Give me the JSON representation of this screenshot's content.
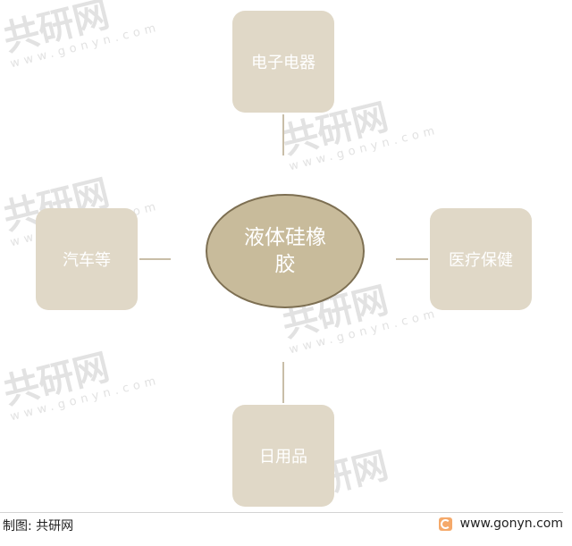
{
  "diagram": {
    "center": "液体硅橡胶",
    "nodes": {
      "top": "电子电器",
      "left": "汽车等",
      "right": "医疗保健",
      "bottom": "日用品"
    }
  },
  "footer": {
    "credit": "制图: 共研网",
    "url": "www.gonyn.com"
  },
  "watermark": {
    "brand": "共研网",
    "url": "www.gonyn.com"
  }
}
